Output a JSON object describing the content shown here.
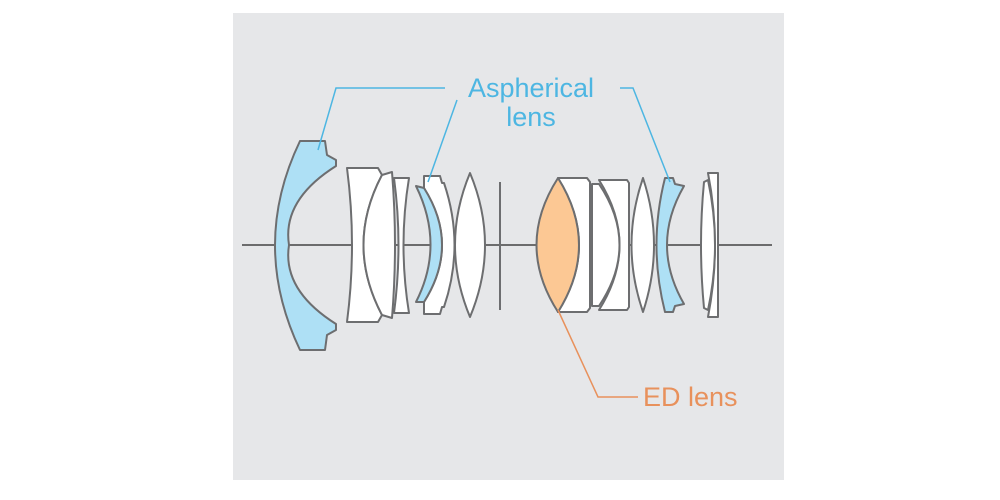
{
  "labels": {
    "aspherical_line1": "Aspherical",
    "aspherical_line2": "lens",
    "ed": "ED lens"
  },
  "colors": {
    "aspherical": "#aee0f5",
    "aspherical_text": "#4db6e2",
    "ed": "#fcc894",
    "ed_text": "#e8915c",
    "glass": "#ffffff",
    "background": "#e6e7e9"
  }
}
